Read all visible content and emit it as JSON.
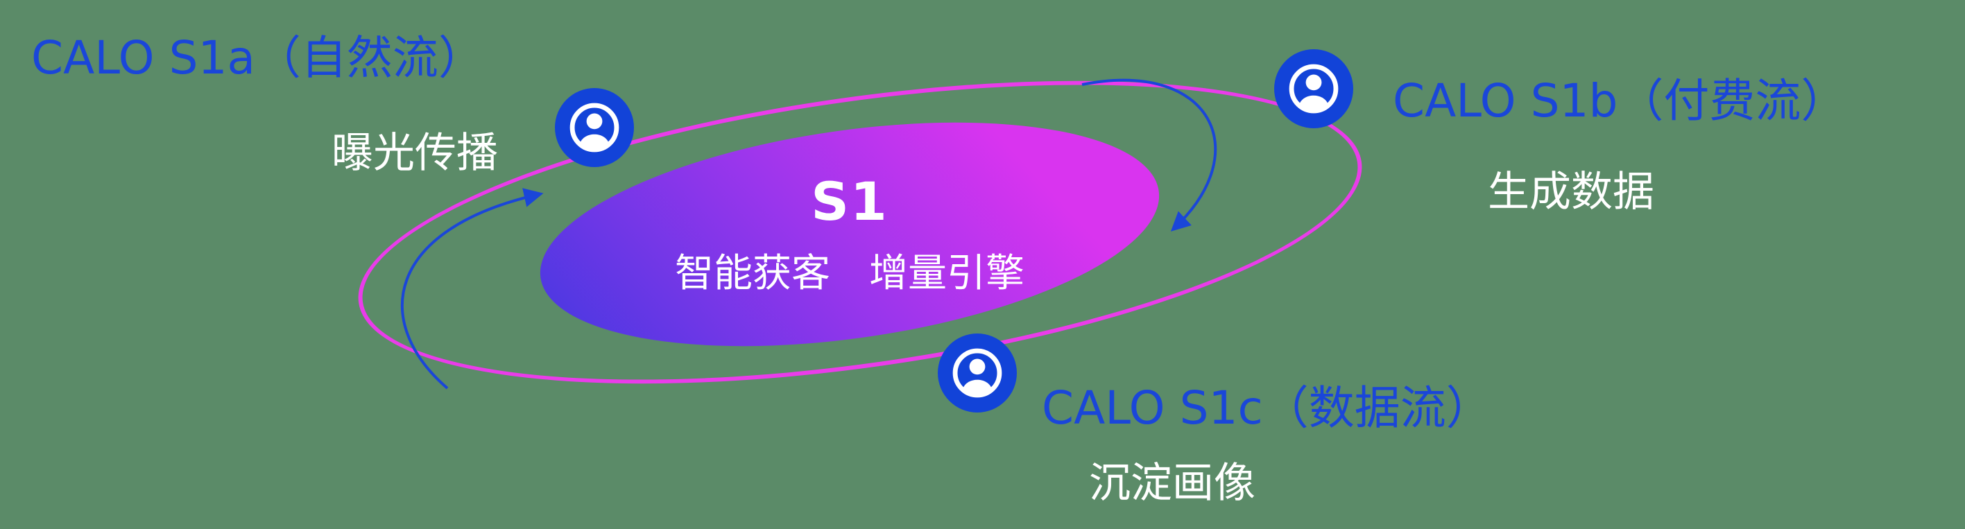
{
  "colors": {
    "page_background": "#5b8b68",
    "label_blue": "#1a46d9",
    "arrow_blue": "#1a46d9",
    "icon_blue": "#1243d8",
    "ring_magenta": "#ea3cea",
    "gradient_start": "#4038e0",
    "gradient_mid": "#9a36ec",
    "gradient_end": "#d934ef",
    "text_white": "#ffffff"
  },
  "center": {
    "title": "S1",
    "subtitle": "智能获客　增量引擎"
  },
  "nodes": [
    {
      "id": "s1a",
      "label": "CALO S1a（自然流）",
      "sublabel": "曝光传播",
      "icon": "user-icon"
    },
    {
      "id": "s1b",
      "label": "CALO S1b（付费流）",
      "sublabel": "生成数据",
      "icon": "user-icon"
    },
    {
      "id": "s1c",
      "label": "CALO S1c（数据流）",
      "sublabel": "沉淀画像",
      "icon": "user-icon"
    }
  ]
}
